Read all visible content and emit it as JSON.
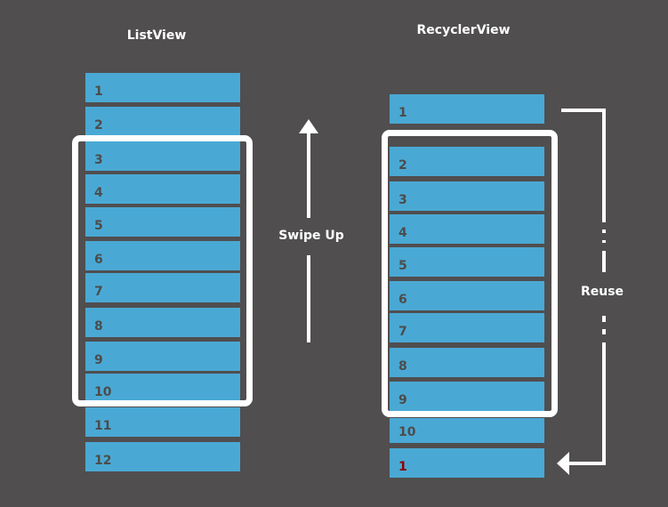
{
  "listview": {
    "title": "ListView",
    "items": [
      "1",
      "2",
      "3",
      "4",
      "5",
      "6",
      "7",
      "8",
      "9",
      "10",
      "11",
      "12"
    ]
  },
  "recyclerview": {
    "title": "RecyclerView",
    "items": [
      "1",
      "2",
      "3",
      "4",
      "5",
      "6",
      "7",
      "8",
      "9",
      "10",
      "1"
    ],
    "reused_item_color": "#8b0000"
  },
  "labels": {
    "swipe": "Swipe Up",
    "reuse": "Reuse"
  },
  "colors": {
    "background": "#504e4f",
    "item": "#4aa9d4",
    "frame": "#ffffff"
  }
}
